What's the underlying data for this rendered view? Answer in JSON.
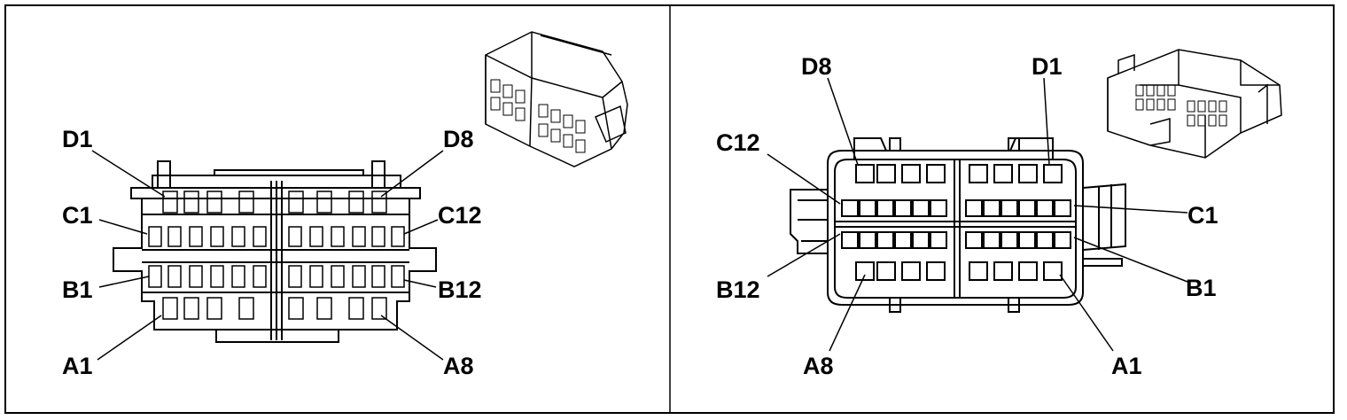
{
  "left_view": {
    "labels": {
      "d1": "D1",
      "d8": "D8",
      "c1": "C1",
      "c12": "C12",
      "b1": "B1",
      "b12": "B12",
      "a1": "A1",
      "a8": "A8"
    }
  },
  "right_view": {
    "labels": {
      "d8": "D8",
      "d1": "D1",
      "c12": "C12",
      "c1": "C1",
      "b12": "B12",
      "b1": "B1",
      "a8": "A8",
      "a1": "A1"
    }
  },
  "colors": {
    "line": "#000000",
    "background": "#ffffff"
  }
}
